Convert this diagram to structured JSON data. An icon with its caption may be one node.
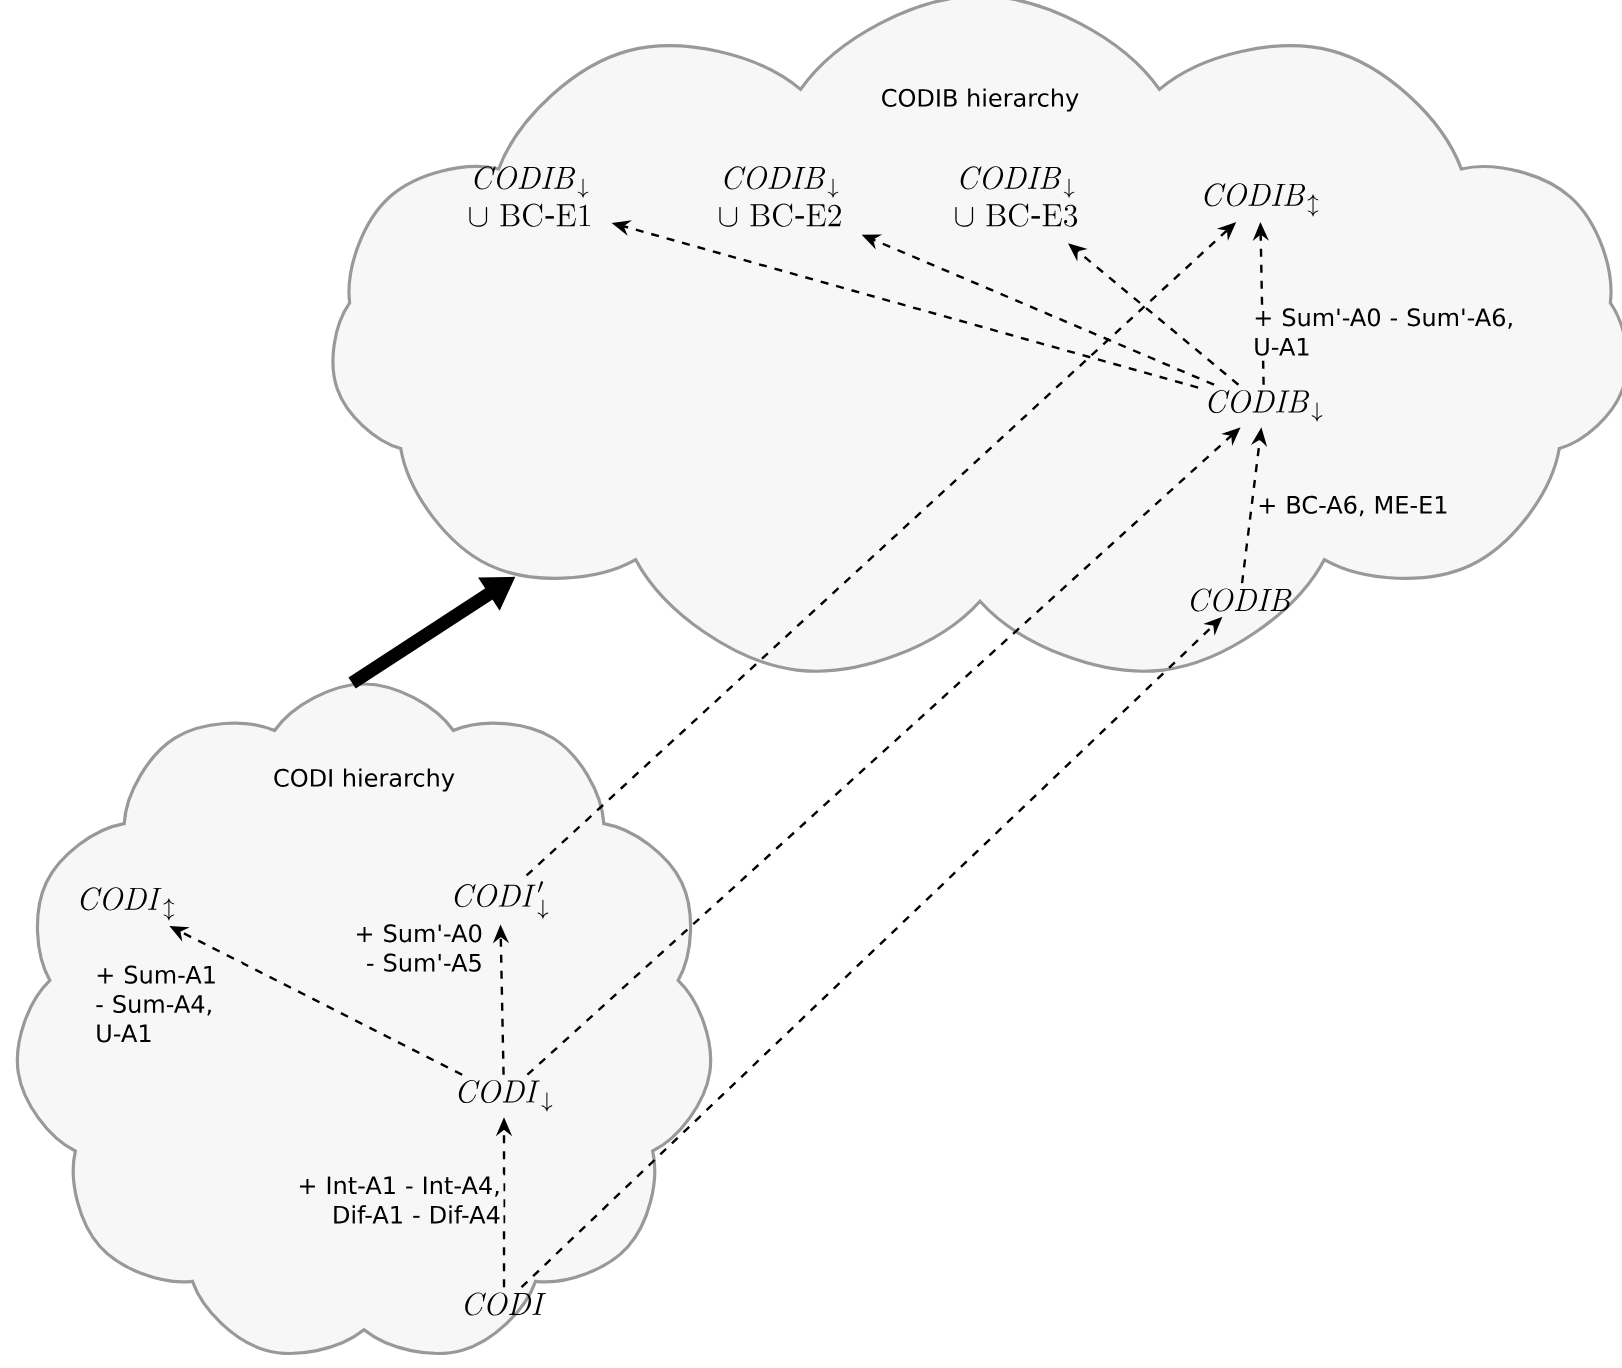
{
  "diagram": {
    "nodes": [
      {
        "text": [
          "CODIB hierarchy"
        ]
      },
      {
        "text": [
          "\\begin{array}{c}\\mathit{CODIB}_{\\downarrow}\\\\ \\cup\\ \\mathrm{BC\\mbox{-}E1}\\end{array}"
        ],
        "in": 0
      },
      {
        "text": [
          "\\begin{array}{c}\\mathit{CODIB}_{\\downarrow}\\\\ \\cup\\ \\mathrm{BC\\mbox{-}E2}\\end{array}"
        ],
        "in": 0
      },
      {
        "text": [
          "\\begin{array}{c}\\mathit{CODIB}_{\\downarrow}\\\\ \\cup\\ \\mathrm{BC\\mbox{-}E3}\\end{array}"
        ],
        "in": 0
      },
      {
        "text": [
          "\\mathit{CODIB}_{\\updownarrow}"
        ],
        "in": 0
      },
      {
        "text": [
          "\\mathit{CODIB}_{\\downarrow}"
        ],
        "in": 0
      },
      {
        "text": [
          "\\mathit{CODIB}"
        ],
        "in": 0
      },
      {
        "text": [
          "CODI hierarchy"
        ]
      },
      {
        "text": [
          "\\mathit{CODI}_{\\updownarrow}"
        ],
        "in": 7
      },
      {
        "text": [
          "\\mathit{CODI}'_{\\downarrow}"
        ],
        "in": 7
      },
      {
        "text": [
          "\\mathit{CODI}_{\\downarrow}"
        ],
        "in": 7
      },
      {
        "text": [
          "\\mathit{CODI}"
        ],
        "in": 7
      }
    ],
    "edges": [
      {
        "from": 5,
        "to": 1,
        "arrow": "to",
        "style": "dashed"
      },
      {
        "from": 5,
        "to": 2,
        "arrow": "to",
        "style": "dashed"
      },
      {
        "from": 5,
        "to": 3,
        "arrow": "to",
        "style": "dashed"
      },
      {
        "from": 5,
        "to": 4,
        "arrow": "to",
        "style": "dashed",
        "label": "+ Sum'-A0 - Sum'-A6, U-A1"
      },
      {
        "from": 6,
        "to": 5,
        "arrow": "to",
        "style": "dashed",
        "label": "+ BC-A6, ME-E1"
      },
      {
        "from": 9,
        "to": 4,
        "arrow": "to",
        "style": "dashed"
      },
      {
        "from": 10,
        "to": 5,
        "arrow": "to",
        "style": "dashed"
      },
      {
        "from": 11,
        "to": 6,
        "arrow": "to",
        "style": "dashed"
      },
      {
        "from": 10,
        "to": 8,
        "arrow": "to",
        "style": "dashed",
        "label": "+ Sum-A1 - Sum-A4, U-A1"
      },
      {
        "from": 10,
        "to": 9,
        "arrow": "to",
        "style": "dashed",
        "label": "+ Sum'-A0 - Sum'-A5"
      },
      {
        "from": 11,
        "to": 10,
        "arrow": "to",
        "style": "dashed",
        "label": "+ Int-A1 - Int-A4, Dif-A1 - Dif-A4"
      },
      {
        "from": 7,
        "to": 0,
        "arrow": "to",
        "style": "thick"
      }
    ]
  }
}
